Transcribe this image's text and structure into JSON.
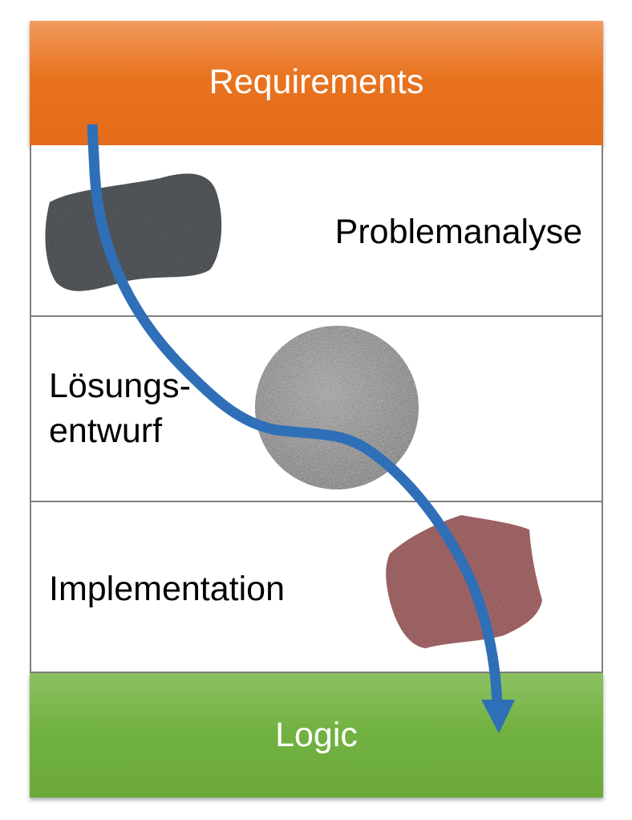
{
  "header": {
    "label": "Requirements",
    "color": "#e8731f"
  },
  "stages": [
    {
      "label": "Problemanalyse",
      "stone": "black-stone"
    },
    {
      "label_lines": [
        "Lösungs-",
        "entwurf"
      ],
      "stone": "grey-granite-stone"
    },
    {
      "label": "Implementation",
      "stone": "red-stone"
    }
  ],
  "footer": {
    "label": "Logic",
    "color": "#72b242"
  },
  "arrow": {
    "color": "#2f6fb7",
    "direction": "down"
  }
}
